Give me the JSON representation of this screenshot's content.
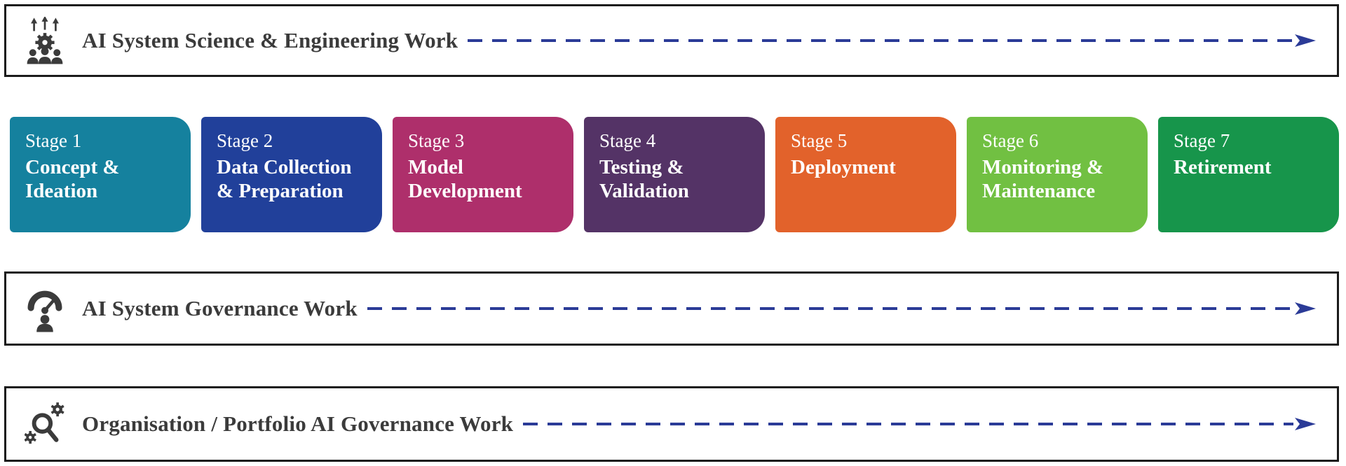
{
  "banners": [
    {
      "label": "AI System Science & Engineering Work",
      "icon": "team-gear-arrows-icon"
    },
    {
      "label": "AI System Governance Work",
      "icon": "gauge-person-icon"
    },
    {
      "label": "Organisation / Portfolio AI Governance Work",
      "icon": "magnifier-gears-icon"
    }
  ],
  "stages": [
    {
      "id": "concept-ideation",
      "label": "Stage 1",
      "title": "Concept & Ideation",
      "color": "#15819E"
    },
    {
      "id": "data-collection",
      "label": "Stage 2",
      "title": "Data Collection & Preparation",
      "color": "#21409A"
    },
    {
      "id": "model-development",
      "label": "Stage 3",
      "title": "Model Development",
      "color": "#AE2F6B"
    },
    {
      "id": "testing-validation",
      "label": "Stage 4",
      "title": "Testing & Validation",
      "color": "#543366"
    },
    {
      "id": "deployment",
      "label": "Stage 5",
      "title": "Deployment",
      "color": "#E2622B"
    },
    {
      "id": "monitoring-maintenance",
      "label": "Stage 6",
      "title": "Monitoring & Maintenance",
      "color": "#71C042"
    },
    {
      "id": "retirement",
      "label": "Stage 7",
      "title": "Retirement",
      "color": "#17954B"
    }
  ],
  "colors": {
    "arrow": "#2b3b97",
    "banner_text": "#3b3b3b",
    "banner_border": "#1b1b1b",
    "icon": "#3b3b3b"
  }
}
